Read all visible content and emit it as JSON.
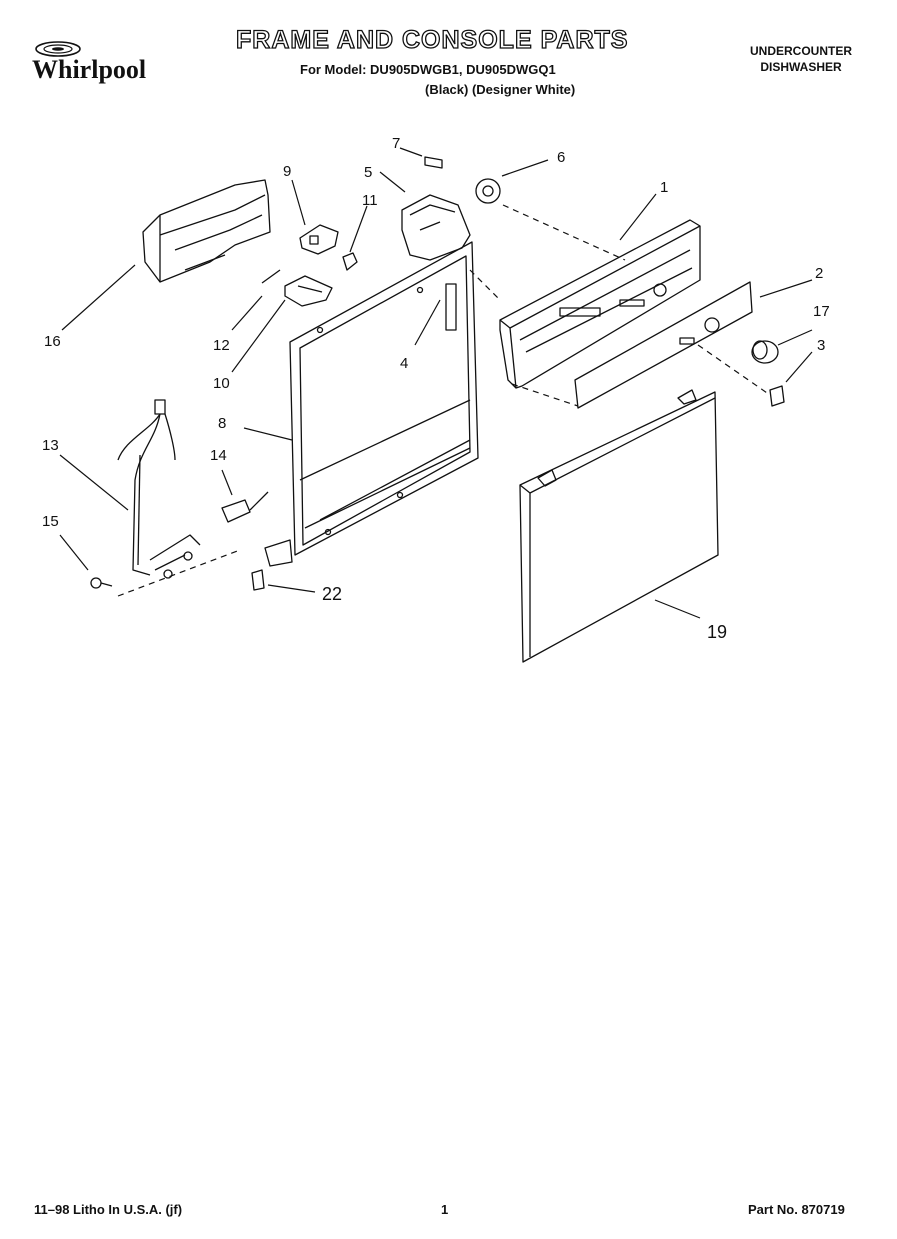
{
  "header": {
    "brand": "Whirlpool",
    "title": "FRAME AND CONSOLE PARTS",
    "model_line": "For Model: DU905DWGB1, DU905DWGQ1",
    "variant_line": "(Black)   (Designer White)",
    "category_line1": "UNDERCOUNTER",
    "category_line2": "DISHWASHER"
  },
  "callouts": {
    "p1": "1",
    "p2": "2",
    "p3": "3",
    "p4": "4",
    "p5": "5",
    "p6": "6",
    "p7": "7",
    "p8": "8",
    "p9": "9",
    "p10": "10",
    "p11": "11",
    "p12": "12",
    "p13": "13",
    "p14": "14",
    "p15": "15",
    "p16": "16",
    "p17": "17",
    "p19": "19",
    "p22": "22"
  },
  "footer": {
    "left": "11–98 Litho In U.S.A. (jf)",
    "page": "1",
    "right": "Part No. 870719"
  }
}
